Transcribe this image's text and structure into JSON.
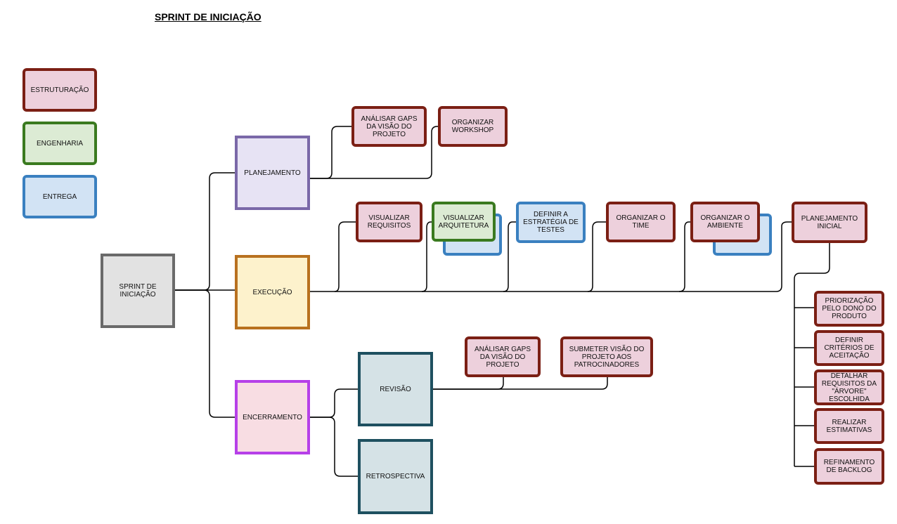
{
  "title": "SPRINT DE INICIAÇÃO",
  "legend": {
    "estruturacao": "ESTRUTURAÇÃO",
    "engenharia": "ENGENHARIA",
    "entrega": "ENTREGA"
  },
  "nodes": {
    "sprint": "SPRINT DE INICIAÇÃO",
    "planejamento": "PLANEJAMENTO",
    "execucao": "EXECUÇÃO",
    "encerramento": "ENCERRAMENTO",
    "analisar_gaps_1": "ANÁLISAR GAPS DA VISÃO DO PROJETO",
    "organizar_workshop": "ORGANIZAR WORKSHOP",
    "visualizar_requisitos": "VISUALIZAR REQUISITOS",
    "visualizar_arquitetura": "VISUALIZAR ARQUITETURA",
    "definir_estrategia": "DEFINIR A ESTRATÉGIA DE TESTES",
    "organizar_time": "ORGANIZAR O TIME",
    "organizar_ambiente": "ORGANIZAR O AMBIENTE",
    "planejamento_inicial": "PLANEJAMENTO INICIAL",
    "priorizacao": "PRIORIZAÇÃO PELO DONO DO PRODUTO",
    "definir_criterios": "DEFINIR CRITÉRIOS DE ACEITAÇÃO",
    "detalhar_requisitos": "DETALHAR REQUISITOS DA \"ÁRVORE\" ESCOLHIDA",
    "realizar_estimativas": "REALIZAR ESTIMATIVAS",
    "refinamento_backlog": "REFINAMENTO DE BACKLOG",
    "revisao": "REVISÃO",
    "retrospectiva": "RETROSPECTIVA",
    "analisar_gaps_2": "ANÁLISAR GAPS DA VISÃO DO PROJETO",
    "submeter_visao": "SUBMETER VISÃO DO PROJETO AOS PATROCINADORES"
  },
  "colors": {
    "estruturacao_border": "#7b1f14",
    "estruturacao_fill": "#edd0dc",
    "engenharia_border": "#3a7a1f",
    "engenharia_fill": "#dcebd4",
    "entrega_border": "#3a80c0",
    "entrega_fill": "#d2e3f4"
  }
}
